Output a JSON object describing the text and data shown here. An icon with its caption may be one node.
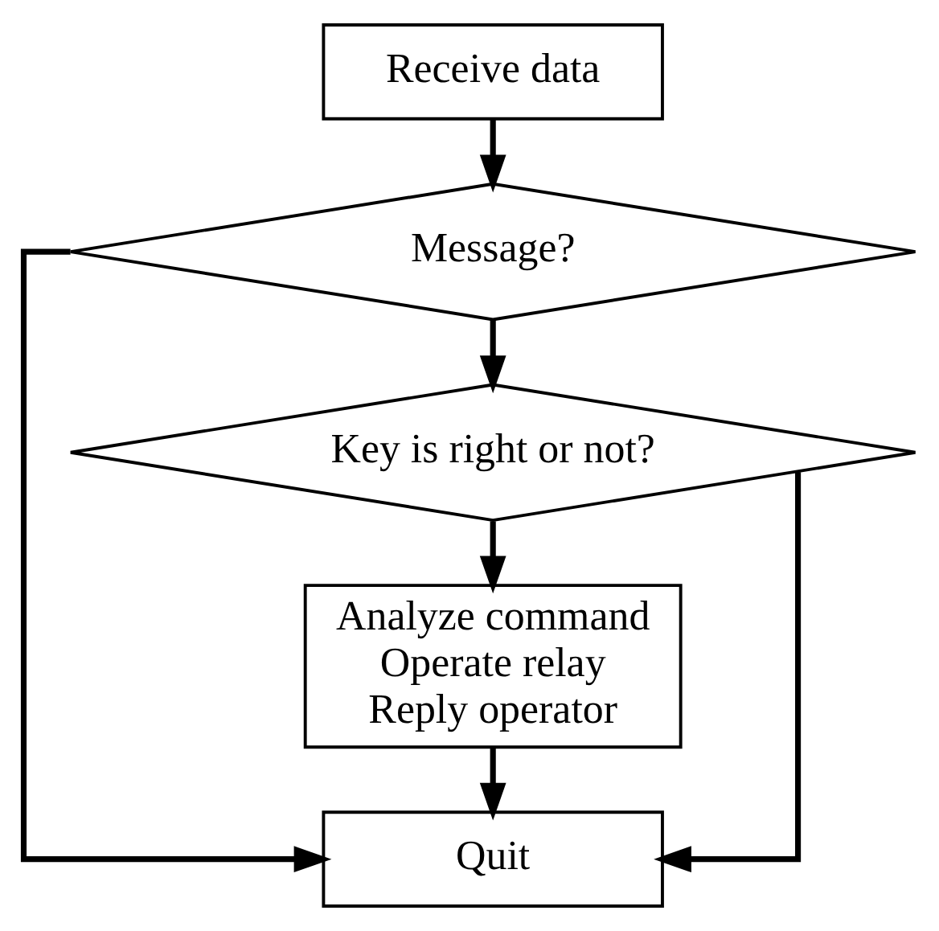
{
  "diagram": {
    "nodes": [
      {
        "text": [
          "Receive data"
        ]
      },
      {
        "text": [
          "Message?"
        ]
      },
      {
        "text": [
          "Key is right or not?"
        ]
      },
      {
        "text": [
          "Analyze command",
          "Operate relay",
          "Reply operator"
        ]
      },
      {
        "text": [
          "Quit"
        ]
      }
    ],
    "edges": [
      {
        "from": 0,
        "to": 1,
        "arrow": "to"
      },
      {
        "from": 1,
        "to": 2,
        "arrow": "to"
      },
      {
        "from": 2,
        "to": 3,
        "arrow": "to"
      },
      {
        "from": 3,
        "to": 4,
        "arrow": "to"
      },
      {
        "from": 2,
        "to": 4,
        "arrow": "to"
      },
      {
        "from": 1,
        "to": 4,
        "arrow": "to"
      }
    ]
  }
}
